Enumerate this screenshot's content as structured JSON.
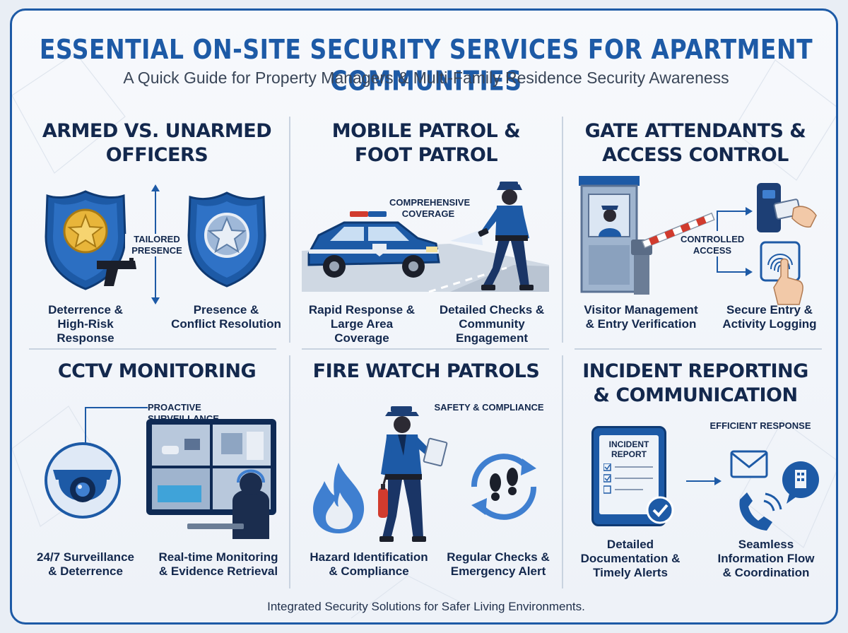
{
  "header": {
    "title": "ESSENTIAL ON-SITE SECURITY SERVICES FOR APARTMENT COMMUNITIES",
    "subtitle": "A Quick Guide for Property Managers & Multi-Family Residence Security Awareness"
  },
  "sections": [
    {
      "title_line1": "ARMED VS. UNARMED",
      "title_line2": "OFFICERS",
      "tag_line1": "TAILORED",
      "tag_line2": "PRESENCE",
      "left_caption_line1": "Deterrence &",
      "left_caption_line2": "High-Risk Response",
      "right_caption_line1": "Presence &",
      "right_caption_line2": "Conflict Resolution"
    },
    {
      "title_line1": "MOBILE PATROL &",
      "title_line2": "FOOT PATROL",
      "tag_line1": "COMPREHENSIVE",
      "tag_line2": "COVERAGE",
      "left_caption_line1": "Rapid Response &",
      "left_caption_line2": "Large Area Coverage",
      "right_caption_line1": "Detailed Checks &",
      "right_caption_line2": "Community Engagement"
    },
    {
      "title_line1": "GATE ATTENDANTS &",
      "title_line2": "ACCESS CONTROL",
      "tag_line1": "CONTROLLED",
      "tag_line2": "ACCESS",
      "left_caption_line1": "Visitor Management",
      "left_caption_line2": "& Entry Verification",
      "right_caption_line1": "Secure Entry &",
      "right_caption_line2": "Activity Logging"
    },
    {
      "title_line1": "CCTV MONITORING",
      "tag_line1": "PROACTIVE SURVEILLANCE",
      "left_caption_line1": "24/7 Surveillance",
      "left_caption_line2": "& Deterrence",
      "right_caption_line1": "Real-time Monitoring",
      "right_caption_line2": "& Evidence Retrieval"
    },
    {
      "title_line1": "FIRE WATCH PATROLS",
      "tag_line1": "SAFETY & COMPLIANCE",
      "left_caption_line1": "Hazard Identification",
      "left_caption_line2": "& Compliance",
      "right_caption_line1": "Regular Checks &",
      "right_caption_line2": "Emergency Alert"
    },
    {
      "title_line1": "INCIDENT REPORTING",
      "title_line2": "& COMMUNICATION",
      "tag_line1": "EFFICIENT RESPONSE",
      "report_line1": "INCIDENT",
      "report_line2": "REPORT",
      "left_caption_line1": "Detailed",
      "left_caption_line2": "Documentation &",
      "left_caption_line3": "Timely Alerts",
      "right_caption_line1": "Seamless",
      "right_caption_line2": "Information Flow",
      "right_caption_line3": "& Coordination"
    }
  ],
  "footer": {
    "text": "Integrated Security Solutions for Safer Living Environments."
  },
  "icons": {
    "armed": "gold-badge-with-pistol-icon",
    "unarmed": "star-shield-badge-icon",
    "mobile": "patrol-car-icon",
    "foot": "foot-patrol-officer-icon",
    "gate": "guard-booth-gate-icon",
    "keycard": "keycard-reader-icon",
    "fingerprint": "fingerprint-scanner-icon",
    "camera": "security-camera-icon",
    "monitor": "monitoring-station-icon",
    "fire": "flame-icon",
    "firewatch": "fire-watch-officer-icon",
    "footprints": "footprints-cycle-icon",
    "report": "incident-report-tablet-icon",
    "comm": "communication-icon"
  },
  "colors": {
    "primary": "#1d5aa6",
    "navy": "#13284d",
    "gold": "#e8b53a",
    "alert": "#d13b2e"
  }
}
